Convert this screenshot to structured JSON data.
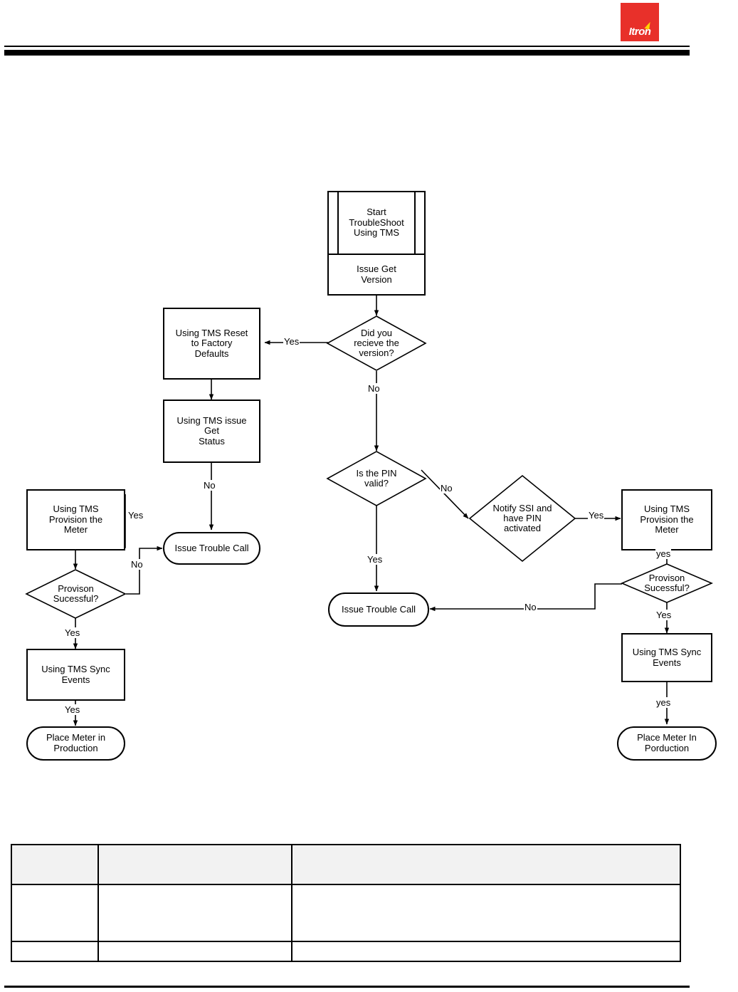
{
  "header": {
    "logo_text": "Itron",
    "logo_color": "#e8302a",
    "logo_accent_color": "#ffd400",
    "rule_color": "#000000"
  },
  "flowchart": {
    "title": "TroubleShoot Using TMS flowchart",
    "nodes": {
      "start_top": "Start\nTroubleShoot\nUsing TMS",
      "start_bottom": "Issue Get\nVersion",
      "did_receive_version": "Did you\nrecieve the\nversion?",
      "reset_to_factory": "Using TMS Reset\nto Factory\nDefaults",
      "issue_get_status": "Using TMS issue\nGet\nStatus",
      "trouble_call_left": "Issue Trouble Call",
      "provision_meter_left": "Using TMS\nProvision the\nMeter",
      "provision_successful_left": "Provison\nSucessful?",
      "sync_events_left": "Using TMS Sync\nEvents",
      "place_meter_left": "Place Meter in\nProduction",
      "is_pin_valid": "Is the PIN\nvalid?",
      "notify_ssi": "Notify SSI and\nhave PIN\nactivated",
      "trouble_call_center": "Issue Trouble Call",
      "provision_meter_right": "Using TMS\nProvision the\nMeter",
      "provision_successful_right": "Provison\nSucessful?",
      "sync_events_right": "Using TMS Sync\nEvents",
      "place_meter_right": "Place Meter In\nPorduction"
    },
    "edge_labels": {
      "version_yes": "Yes",
      "version_no": "No",
      "get_status_no": "No",
      "pin_yes": "Yes",
      "pin_no": "No",
      "notify_yes": "Yes",
      "provision_left_yes_top": "Yes",
      "provision_left_no": "No",
      "provision_left_yes_bottom": "Yes",
      "sync_left_yes": "Yes",
      "provision_right_yes_top": "yes",
      "provision_right_no": "No",
      "provision_right_yes_bottom": "Yes",
      "sync_right_yes": "yes"
    }
  },
  "table": {
    "columns": [
      "",
      "",
      ""
    ],
    "header": [
      "",
      "",
      ""
    ],
    "rows": [
      [
        "",
        "",
        ""
      ],
      [
        "",
        "",
        ""
      ]
    ]
  }
}
